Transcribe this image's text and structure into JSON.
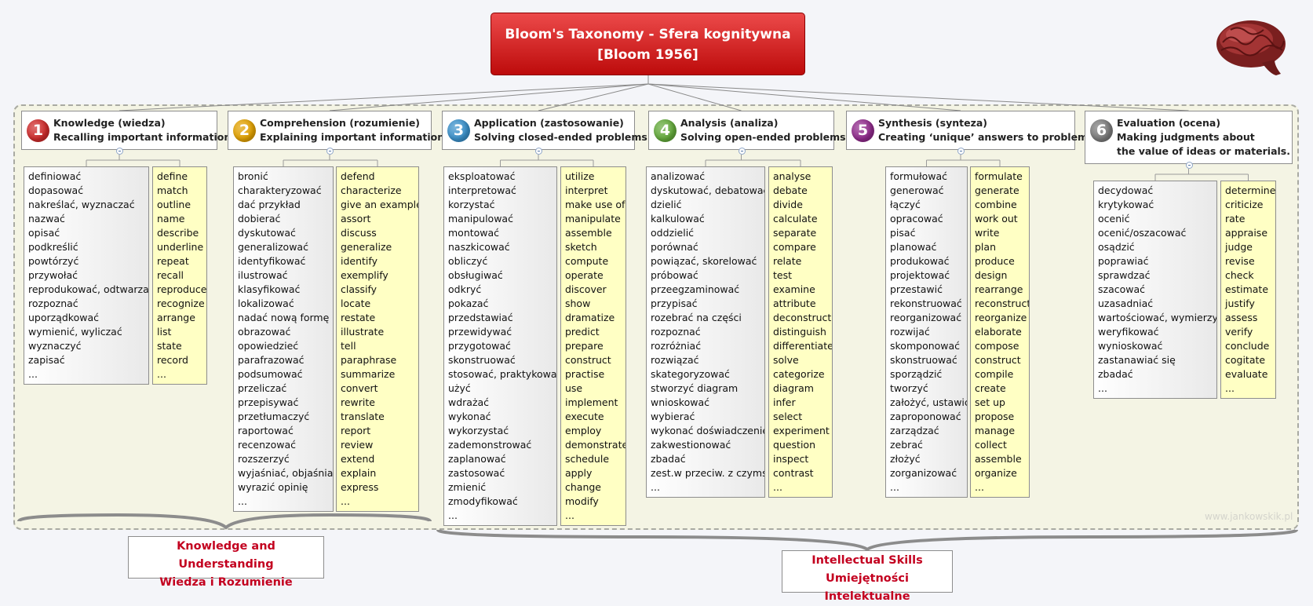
{
  "title": {
    "line1": "Bloom's Taxonomy - Sfera kognitywna",
    "line2": "[Bloom 1956]"
  },
  "brain_icon": "brain-icon",
  "categories": [
    {
      "number": "1",
      "color": "#cc2a2a",
      "title": "Knowledge (wiedza)",
      "subtitle": "Recalling important information",
      "subtitle2": "",
      "pl": [
        "definiować",
        "dopasować",
        "nakreślać, wyznaczać",
        "nazwać",
        "opisać",
        "podkreślić",
        "powtórzyć",
        "przywołać",
        "reprodukować, odtwarzać",
        "rozpoznać",
        "uporządkować",
        "wymienić, wyliczać",
        "wyznaczyć",
        "zapisać",
        "..."
      ],
      "en": [
        "define",
        "match",
        "outline",
        "name",
        "describe",
        "underline",
        "repeat",
        "recall",
        "reproduce",
        "recognize",
        "arrange",
        "list",
        "state",
        "record",
        "..."
      ]
    },
    {
      "number": "2",
      "color": "#e0a000",
      "title": "Comprehension (rozumienie)",
      "subtitle": "Explaining important information",
      "subtitle2": "",
      "pl": [
        "bronić",
        "charakteryzować",
        "dać przykład",
        "dobierać",
        "dyskutować",
        "generalizować",
        "identyfikować",
        "ilustrować",
        "klasyfikować",
        "lokalizować",
        "nadać nową formę",
        "obrazować",
        "opowiedzieć",
        "parafrazować",
        "podsumować",
        "przeliczać",
        "przepisywać",
        "przetłumaczyć",
        "raportować",
        "recenzować",
        "rozszerzyć",
        "wyjaśniać, objaśniać",
        "wyrazić opinię",
        "..."
      ],
      "en": [
        "defend",
        "characterize",
        "give an example",
        "assort",
        "discuss",
        "generalize",
        "identify",
        "exemplify",
        "classify",
        "locate",
        "restate",
        "illustrate",
        "tell",
        "paraphrase",
        "summarize",
        "convert",
        "rewrite",
        "translate",
        "report",
        "review",
        "extend",
        "explain",
        "express",
        "..."
      ]
    },
    {
      "number": "3",
      "color": "#3a8fc8",
      "title": "Application (zastosowanie)",
      "subtitle": "Solving closed-ended problems",
      "subtitle2": "",
      "pl": [
        "eksploatować",
        "interpretować",
        "korzystać",
        "manipulować",
        "montować",
        "naszkicować",
        "obliczyć",
        "obsługiwać",
        "odkryć",
        "pokazać",
        "przedstawiać",
        "przewidywać",
        "przygotować",
        "skonstruować",
        "stosować, praktykować",
        "użyć",
        "wdrażać",
        "wykonać",
        "wykorzystać",
        "zademonstrować",
        "zaplanować",
        "zastosować",
        "zmienić",
        "zmodyfikować",
        "..."
      ],
      "en": [
        "utilize",
        "interpret",
        "make use of",
        "manipulate",
        "assemble",
        "sketch",
        "compute",
        "operate",
        "discover",
        "show",
        "dramatize",
        "predict",
        "prepare",
        "construct",
        "practise",
        "use",
        "implement",
        "execute",
        "employ",
        "demonstrate",
        "schedule",
        "apply",
        "change",
        "modify",
        "..."
      ]
    },
    {
      "number": "4",
      "color": "#62a83a",
      "title": "Analysis (analiza)",
      "subtitle": "Solving open-ended problems",
      "subtitle2": "",
      "pl": [
        "analizować",
        "dyskutować, debatować",
        "dzielić",
        "kalkulować",
        "oddzielić",
        "porównać",
        "powiązać, skorelować",
        "próbować",
        "przeegzaminować",
        "przypisać",
        "rozebrać na części",
        "rozpoznać",
        "rozróżniać",
        "rozwiązać",
        "skategoryzować",
        "stworzyć diagram",
        "wnioskować",
        "wybierać",
        "wykonać doświadczenie",
        "zakwestionować",
        "zbadać",
        "zest.w przeciw. z czymś",
        "..."
      ],
      "en": [
        "analyse",
        "debate",
        "divide",
        "calculate",
        "separate",
        "compare",
        "relate",
        "test",
        "examine",
        "attribute",
        "deconstruct",
        "distinguish",
        "differentiate",
        "solve",
        "categorize",
        "diagram",
        "infer",
        "select",
        "experiment",
        "question",
        "inspect",
        "contrast",
        "..."
      ]
    },
    {
      "number": "5",
      "color": "#8e2a8a",
      "title": "Synthesis (synteza)",
      "subtitle": "Creating ‘unique’ answers to problems",
      "subtitle2": "",
      "pl": [
        "formułować",
        "generować",
        "łączyć",
        "opracować",
        "pisać",
        "planować",
        "produkować",
        "projektować",
        "przestawić",
        "rekonstruować",
        "reorganizować",
        "rozwijać",
        "skomponować",
        "skonstruować",
        "sporządzić",
        "tworzyć",
        "założyć, ustawić",
        "zaproponować",
        "zarządzać",
        "zebrać",
        "złożyć",
        "zorganizować",
        "..."
      ],
      "en": [
        "formulate",
        "generate",
        "combine",
        "work out",
        "write",
        "plan",
        "produce",
        "design",
        "rearrange",
        "reconstruct",
        "reorganize",
        "elaborate",
        "compose",
        "construct",
        "compile",
        "create",
        "set up",
        "propose",
        "manage",
        "collect",
        "assemble",
        "organize",
        "..."
      ]
    },
    {
      "number": "6",
      "color": "#7a7a7a",
      "title": "Evaluation (ocena)",
      "subtitle": "Making judgments about",
      "subtitle2": "the value of ideas or materials.",
      "pl": [
        "decydować",
        "krytykować",
        "ocenić",
        "ocenić/oszacować",
        "osądzić",
        "poprawiać",
        "sprawdzać",
        "szacować",
        "uzasadniać",
        "wartościować, wymierzyć",
        "weryfikować",
        "wynioskować",
        "zastanawiać się",
        "zbadać",
        "..."
      ],
      "en": [
        "determine",
        "criticize",
        "rate",
        "appraise",
        "judge",
        "revise",
        "check",
        "estimate",
        "justify",
        "assess",
        "verify",
        "conclude",
        "cogitate",
        "evaluate",
        "..."
      ]
    }
  ],
  "groups": {
    "knowledge": {
      "line1": "Knowledge and Understanding",
      "line2": "Wiedza i Rozumienie"
    },
    "intellectual": {
      "line1": "Intellectual Skills",
      "line2": "Umiejętności Intelektualne"
    }
  },
  "watermark": "www.jankowskik.pl"
}
